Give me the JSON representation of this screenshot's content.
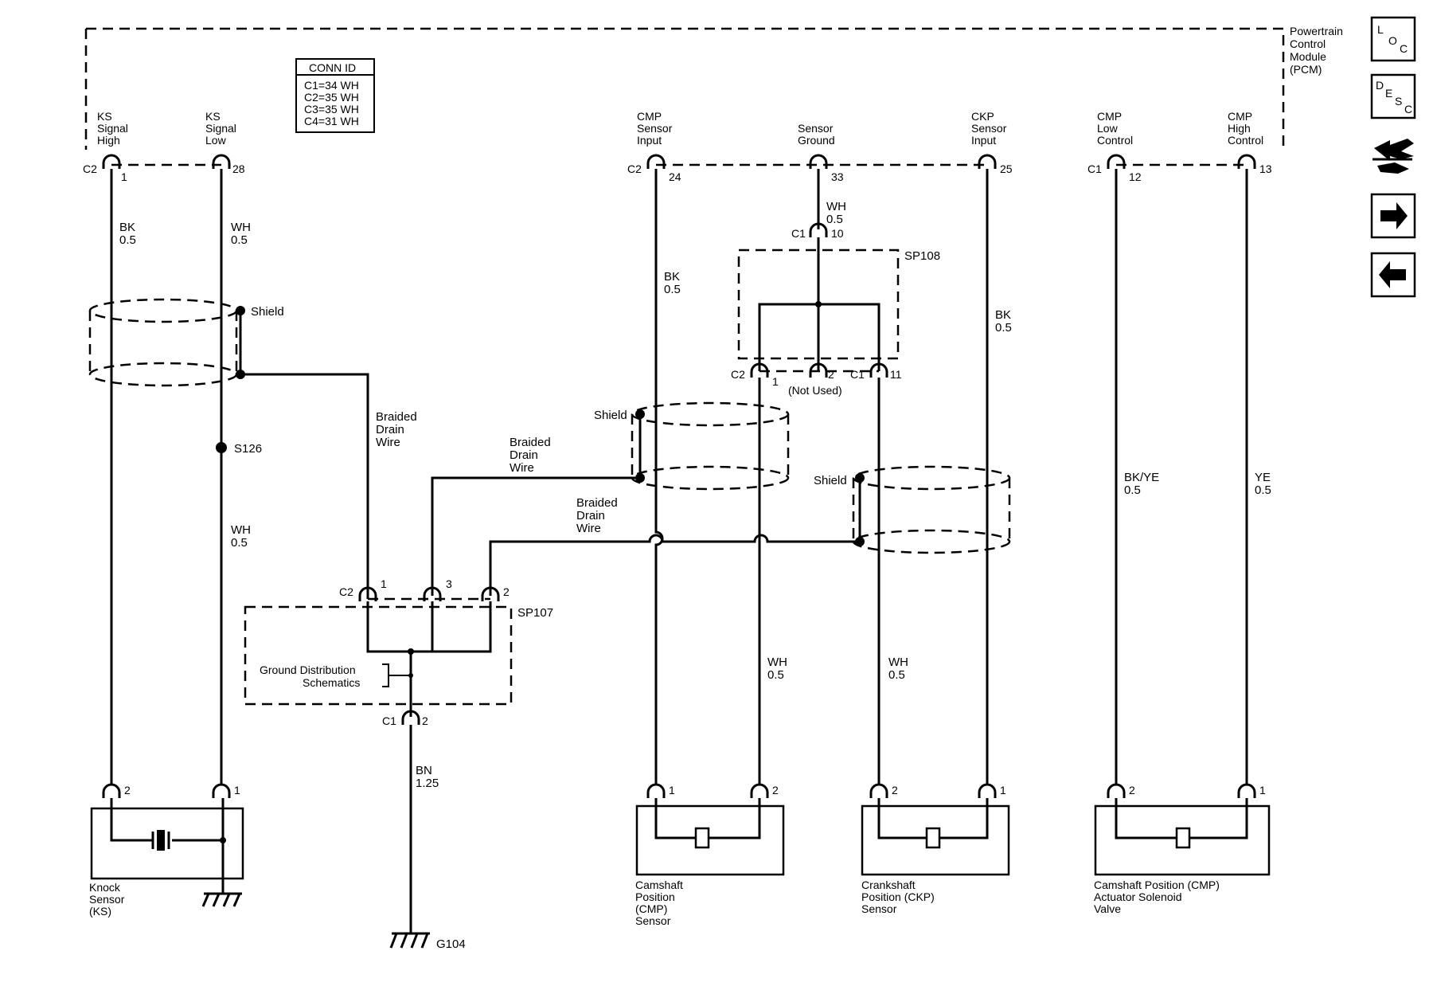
{
  "pcm": {
    "label": [
      "Powertrain",
      "Control",
      "Module",
      "(PCM)"
    ]
  },
  "conn_id": {
    "title": "CONN ID",
    "rows": [
      "C1=34 WH",
      "C2=35 WH",
      "C3=35 WH",
      "C4=31 WH"
    ]
  },
  "pins": [
    {
      "name": [
        "KS",
        "Signal",
        "High"
      ],
      "conn": "C2",
      "num": "1"
    },
    {
      "name": [
        "KS",
        "Signal",
        "Low"
      ],
      "conn": "",
      "num": "28"
    },
    {
      "name": [
        "CMP",
        "Sensor",
        "Input"
      ],
      "conn": "C2",
      "num": "24"
    },
    {
      "name": [
        "Sensor",
        "Ground"
      ],
      "conn": "",
      "num": "33"
    },
    {
      "name": [
        "CKP",
        "Sensor",
        "Input"
      ],
      "conn": "",
      "num": "25"
    },
    {
      "name": [
        "CMP",
        "Low",
        "Control"
      ],
      "conn": "C1",
      "num": "12"
    },
    {
      "name": [
        "CMP",
        "High",
        "Control"
      ],
      "conn": "",
      "num": "13"
    }
  ],
  "wires": {
    "ks_high": [
      "BK",
      "0.5"
    ],
    "ks_low_top": [
      "WH",
      "0.5"
    ],
    "ks_low_bottom": [
      "WH",
      "0.5"
    ],
    "cmp_input": [
      "BK",
      "0.5"
    ],
    "sensor_ground": [
      "WH",
      "0.5"
    ],
    "ckp_input": [
      "BK",
      "0.5"
    ],
    "cmp_wh": [
      "WH",
      "0.5"
    ],
    "ckp_wh": [
      "WH",
      "0.5"
    ],
    "cmp_low": [
      "BK/YE",
      "0.5"
    ],
    "cmp_high": [
      "YE",
      "0.5"
    ],
    "ground_bn": [
      "BN",
      "1.25"
    ]
  },
  "shield_label": "Shield",
  "drain_label": [
    "Braided",
    "Drain",
    "Wire"
  ],
  "splice_s126": "S126",
  "sp108": {
    "name": "SP108",
    "top_conn": "C1",
    "top_num": "10",
    "left_conn": "C2",
    "left_num": "1",
    "mid_num": "2",
    "not_used": "(Not Used)",
    "right_conn": "C1",
    "right_num": "11"
  },
  "sp107": {
    "name": "SP107",
    "conn": "C2",
    "nums": [
      "1",
      "3",
      "2"
    ],
    "ref": [
      "Ground Distribution",
      "Schematics"
    ],
    "out_conn": "C1",
    "out_num": "2"
  },
  "ground": "G104",
  "components": [
    {
      "label": [
        "Knock",
        "Sensor",
        "(KS)"
      ],
      "pins": [
        "2",
        "1"
      ]
    },
    {
      "label": [
        "Camshaft",
        "Position",
        "(CMP)",
        "Sensor"
      ],
      "pins": [
        "1",
        "2"
      ]
    },
    {
      "label": [
        "Crankshaft",
        "Position (CKP)",
        "Sensor"
      ],
      "pins": [
        "2",
        "1"
      ]
    },
    {
      "label": [
        "Camshaft Position (CMP)",
        "Actuator Solenoid",
        "Valve"
      ],
      "pins": [
        "2",
        "1"
      ]
    }
  ],
  "nav": {
    "loc": [
      "L",
      "O",
      "C"
    ],
    "desc": [
      "D",
      "E",
      "S",
      "C"
    ],
    "icons": [
      "connector-icon",
      "arrow-right-icon",
      "arrow-left-icon"
    ]
  }
}
